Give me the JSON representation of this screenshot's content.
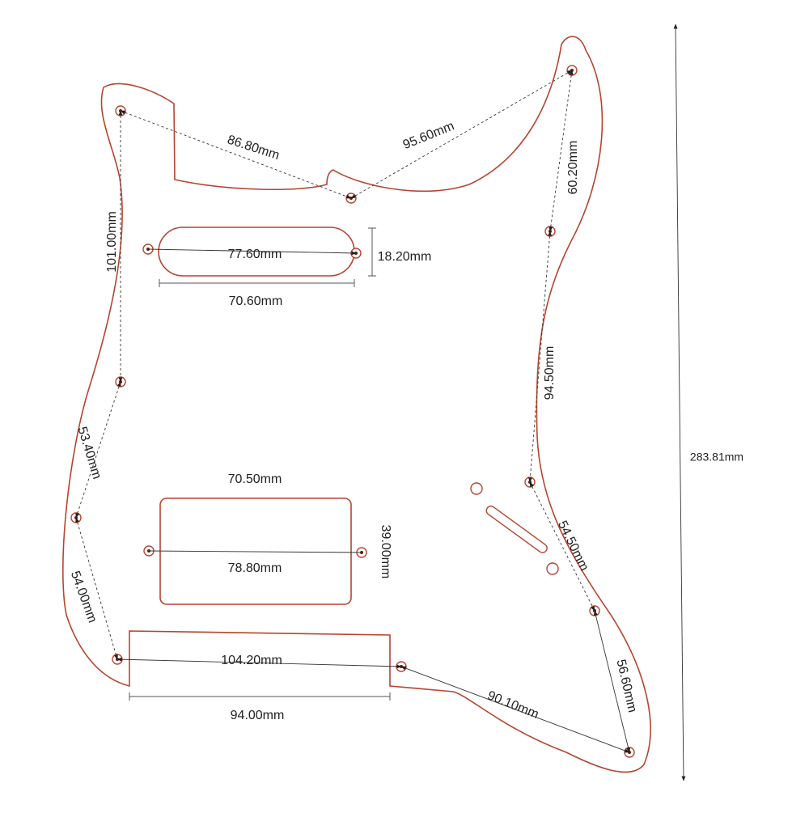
{
  "colors": {
    "outline": "#b5452f",
    "dimension_line": "#333333",
    "hole_center": "#5a1f12",
    "text": "#222222",
    "background": "#ffffff"
  },
  "diagram": {
    "overall_height_label": "283.81mm",
    "measurements": {
      "top_left_to_top_center": "86.80mm",
      "top_center_to_top_right": "95.60mm",
      "top_right_to_right_upper": "60.20mm",
      "right_upper_to_right_mid": "94.50mm",
      "right_mid_to_right_lower": "54.50mm",
      "right_lower_to_bottom_right": "56.60mm",
      "bottom_center_to_bottom_right": "90.10mm",
      "bottom_left_to_bottom_center": "104.20mm",
      "bottom_cutout_width": "94.00mm",
      "left_lower_to_bottom_left": "54.00mm",
      "left_mid_to_left_lower": "53.40mm",
      "top_left_to_left_mid": "101.00mm",
      "single_coil_screw_span": "77.60mm",
      "single_coil_height": "18.20mm",
      "single_coil_width": "70.60mm",
      "humbucker_width": "70.50mm",
      "humbucker_screw_span": "78.80mm",
      "humbucker_height": "39.00mm"
    }
  }
}
